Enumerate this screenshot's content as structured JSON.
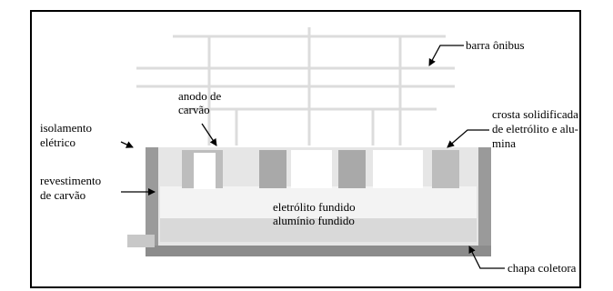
{
  "labels": {
    "barra_onibus": "barra ônibus",
    "anodo_line1": "anodo de",
    "anodo_line2": "carvão",
    "crosta_line1": "crosta solidificada",
    "crosta_line2": "de eletrólito e alu-",
    "crosta_line3": "mina",
    "isolamento_line1": "isolamento",
    "isolamento_line2": "elétrico",
    "revestimento_line1": "revestimento",
    "revestimento_line2": "de carvão",
    "eletrolito": "eletrólito fundido",
    "aluminio": "alumínio fundido",
    "chapa": "chapa coletora"
  }
}
